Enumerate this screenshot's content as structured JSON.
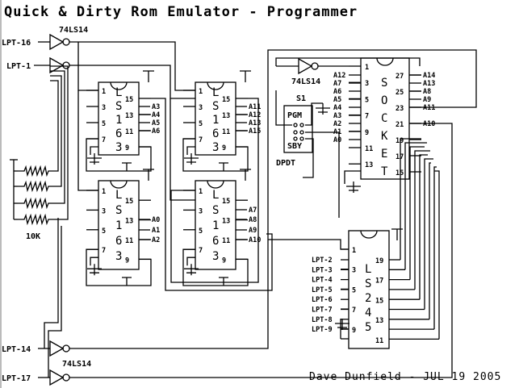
{
  "title": "Quick & Dirty Rom Emulator - Programmer",
  "footer": "Dave Dunfield - JUL 19 2005",
  "inverters": {
    "label_top": "74LS14",
    "label_socket": "74LS14",
    "label_bottom": "74LS14",
    "lpt16": "LPT-16",
    "lpt1": "LPT-1",
    "lpt14": "LPT-14",
    "lpt17": "LPT-17"
  },
  "resistor_value": "10K",
  "switch": {
    "name": "S1",
    "pos_top": "PGM",
    "pos_bottom": "SBY",
    "type": "DPDT"
  },
  "chips": [
    {
      "id": "u1",
      "name": [
        "L",
        "S",
        "1",
        "6",
        "3"
      ],
      "left": [
        "1",
        "3",
        "5",
        "7"
      ],
      "right": [
        "15",
        "13",
        "11",
        "9"
      ],
      "outputs": [
        "A3",
        "A4",
        "A5",
        "A6"
      ]
    },
    {
      "id": "u2",
      "name": [
        "L",
        "S",
        "1",
        "6",
        "3"
      ],
      "left": [
        "1",
        "3",
        "5",
        "7"
      ],
      "right": [
        "15",
        "13",
        "11",
        "9"
      ],
      "outputs": [
        "A11",
        "A12",
        "A13",
        "A15"
      ]
    },
    {
      "id": "u3",
      "name": [
        "L",
        "S",
        "1",
        "6",
        "3"
      ],
      "left": [
        "1",
        "3",
        "5",
        "7"
      ],
      "right": [
        "15",
        "13",
        "11",
        "9"
      ],
      "outputs": [
        "A0",
        "A1",
        "A2"
      ]
    },
    {
      "id": "u4",
      "name": [
        "L",
        "S",
        "1",
        "6",
        "3"
      ],
      "left": [
        "1",
        "3",
        "5",
        "7"
      ],
      "right": [
        "15",
        "13",
        "11",
        "9"
      ],
      "outputs": [
        "A7",
        "A8",
        "A9",
        "A10"
      ]
    }
  ],
  "socket": {
    "name": [
      "S",
      "O",
      "C",
      "K",
      "E",
      "T"
    ],
    "left_pins": [
      "1",
      "3",
      "5",
      "7",
      "9",
      "11",
      "13"
    ],
    "right_pins": [
      "27",
      "25",
      "23",
      "21",
      "19",
      "17",
      "15"
    ],
    "left_signals": [
      "A12",
      "A7",
      "A6",
      "A5",
      "A4",
      "A3",
      "A2",
      "A1",
      "A0"
    ],
    "right_signals": [
      "A14",
      "A13",
      "A8",
      "A9",
      "A11",
      "A10"
    ]
  },
  "buffer": {
    "name": [
      "L",
      "S",
      "2",
      "4",
      "5"
    ],
    "left_pins": [
      "1",
      "3",
      "5",
      "7",
      "9"
    ],
    "right_pins": [
      "19",
      "17",
      "15",
      "13",
      "11"
    ],
    "inputs": [
      "LPT-2",
      "LPT-3",
      "LPT-4",
      "LPT-5",
      "LPT-6",
      "LPT-7",
      "LPT-8",
      "LPT-9"
    ]
  }
}
